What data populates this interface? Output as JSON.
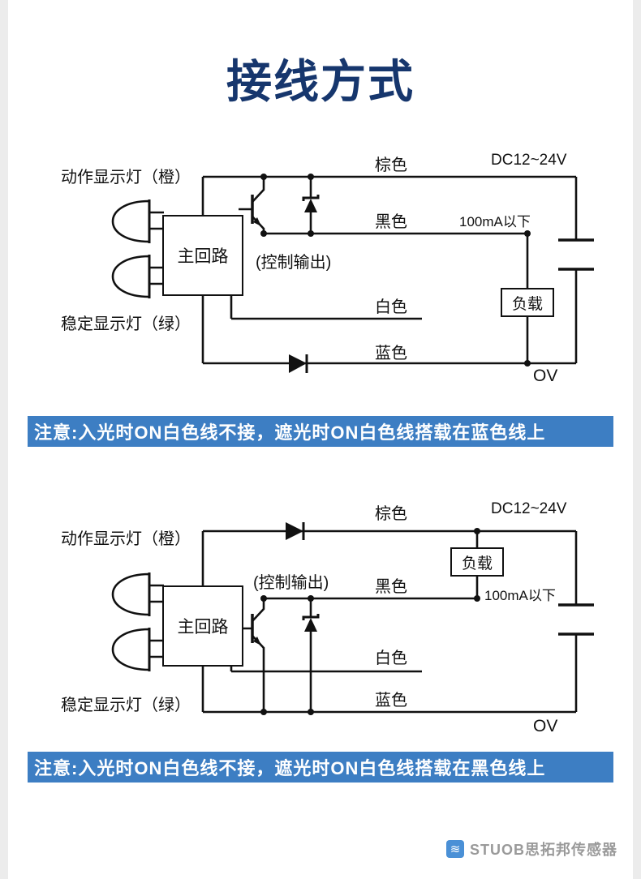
{
  "title": "接线方式",
  "colors": {
    "title_text": "#16366d",
    "note_background": "#3d7ec3",
    "note_text": "#ffffff",
    "circuit_line": "#111111",
    "brand_text": "#9a9a9a",
    "logo_background": "#4a90d6"
  },
  "diagram1": {
    "action_light": "动作显示灯（橙）",
    "stable_light": "稳定显示灯（绿）",
    "main_circuit": "主回路",
    "control_output": "(控制输出)",
    "brown": "棕色",
    "black": "黑色",
    "white": "白色",
    "blue": "蓝色",
    "supply": "DC12~24V",
    "current": "100mA以下",
    "load": "负载",
    "ov": "OV"
  },
  "note1": "注意:入光时ON白色线不接，遮光时ON白色线搭载在蓝色线上",
  "diagram2": {
    "action_light": "动作显示灯（橙）",
    "stable_light": "稳定显示灯（绿）",
    "main_circuit": "主回路",
    "control_output": "(控制输出)",
    "brown": "棕色",
    "black": "黑色",
    "white": "白色",
    "blue": "蓝色",
    "supply": "DC12~24V",
    "current": "100mA以下",
    "load": "负载",
    "ov": "OV"
  },
  "note2": "注意:入光时ON白色线不接，遮光时ON白色线搭载在黑色线上",
  "footer": {
    "logo_icon": "wave-logo-icon",
    "brand": "STUOB思拓邦传感器"
  }
}
